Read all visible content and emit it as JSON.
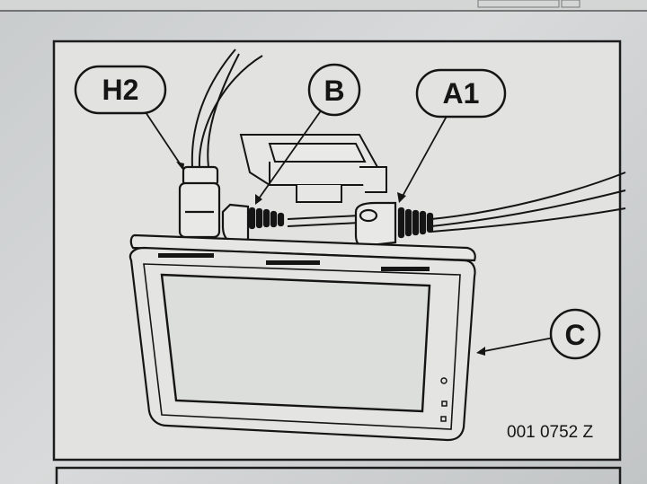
{
  "callouts": {
    "h2": "H2",
    "b": "B",
    "a1": "A1",
    "c": "C"
  },
  "reference_number": "001 0752 Z",
  "colors": {
    "line": "#151515",
    "paper": "#e4e5e3",
    "screen": "#dcdedc"
  }
}
